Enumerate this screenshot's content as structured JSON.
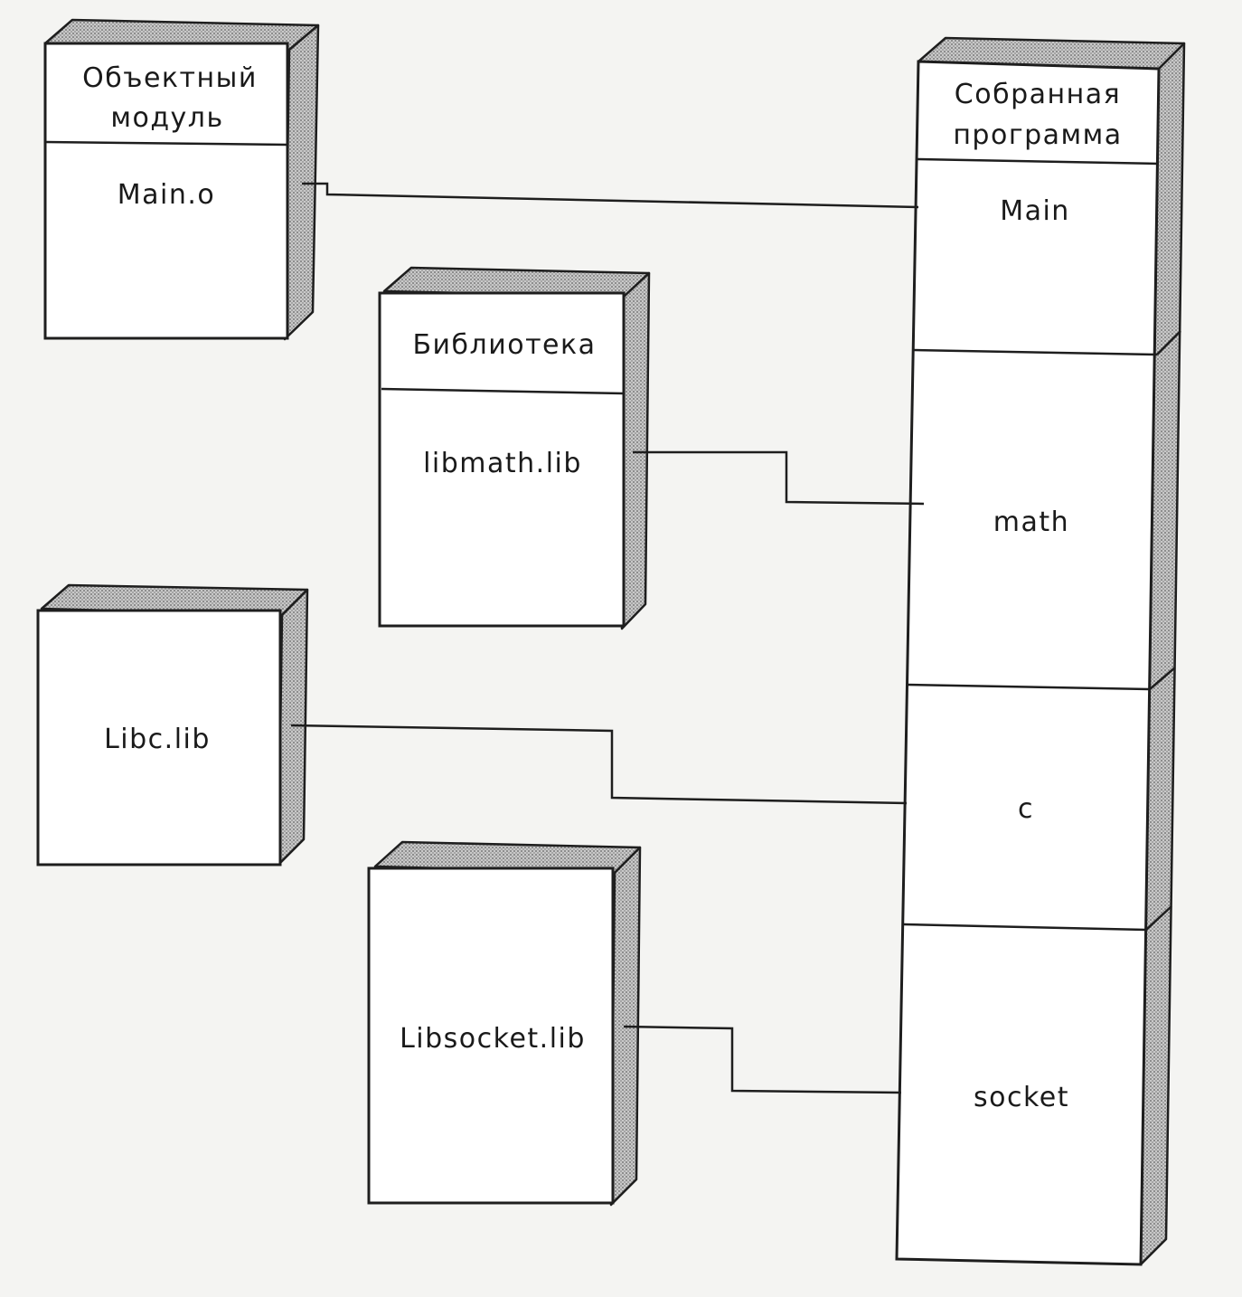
{
  "nodes": {
    "object_module": {
      "stereotype_line1": "Объектный",
      "stereotype_line2": "модуль",
      "name": "Main.o"
    },
    "library": {
      "stereotype": "Библиотека",
      "name": "libmath.lib"
    },
    "libc": {
      "name": "Libc.lib"
    },
    "libsocket": {
      "name": "Libsocket.lib"
    },
    "assembled_program": {
      "stereotype_line1": "Собранная",
      "stereotype_line2": "программа",
      "sections": [
        "Main",
        "math",
        "c",
        "socket"
      ]
    }
  },
  "colors": {
    "line": "#1e1e1e",
    "face": "#ffffff",
    "background": "#f4f4f2"
  }
}
